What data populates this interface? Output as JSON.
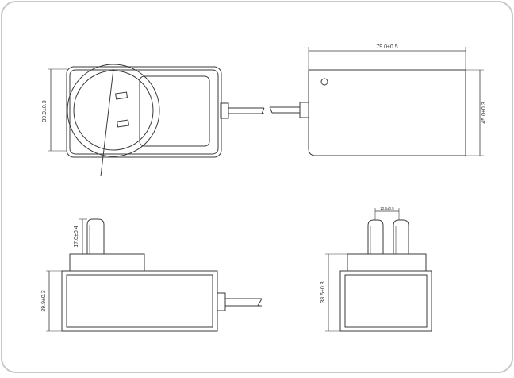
{
  "drawing": {
    "front_view": {
      "height_dim": "39.9±0.3"
    },
    "side_view": {
      "length_dim": "79.0±0.5",
      "height_dim": "45.0±0.3"
    },
    "bottom_left_view": {
      "pin_dim": "17.0±0.4",
      "body_dim": "29.9±0.3"
    },
    "bottom_right_view": {
      "pin_spacing_dim": "12.5±0.5",
      "height_dim": "38.5±0.3"
    }
  },
  "colors": {
    "border": "#c9c9c9",
    "line": "#3a3a3a",
    "fill": "#f4f4f4"
  }
}
